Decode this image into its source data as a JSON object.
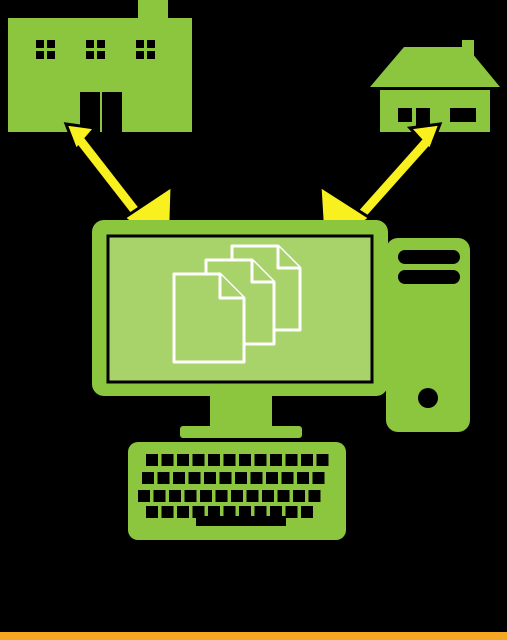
{
  "diagram": {
    "nodes": [
      {
        "id": "office",
        "icon": "office-building-icon"
      },
      {
        "id": "home",
        "icon": "house-icon"
      },
      {
        "id": "computer",
        "icon": "desktop-computer-icon"
      },
      {
        "id": "files",
        "icon": "documents-stack-icon"
      }
    ],
    "edges": [
      {
        "from": "office",
        "to": "computer",
        "style": "double-arrow"
      },
      {
        "from": "home",
        "to": "computer",
        "style": "double-arrow"
      }
    ]
  },
  "colors": {
    "background": "#000000",
    "green": "#8cc63f",
    "screen": "#a8d26a",
    "arrow": "#f9f01f",
    "file_outline": "#ffffff",
    "bottom_bar": "#f5a623"
  }
}
